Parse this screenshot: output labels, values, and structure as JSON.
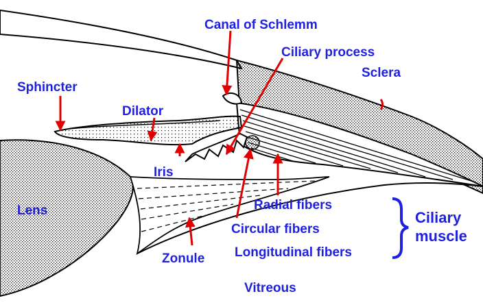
{
  "labels": {
    "canal_of_schlemm": "Canal of Schlemm",
    "ciliary_process": "Ciliary process",
    "sclera": "Sclera",
    "sphincter": "Sphincter",
    "dilator": "Dilator",
    "iris": "Iris",
    "lens": "Lens",
    "radial_fibers": "Radial fibers",
    "circular_fibers": "Circular fibers",
    "longitudinal_fibers": "Longitudinal fibers",
    "ciliary": "Ciliary",
    "muscle": "muscle",
    "zonule": "Zonule",
    "vitreous": "Vitreous"
  },
  "colors": {
    "label": "#1f1fe0",
    "arrow": "#e00000",
    "outline": "#000000"
  }
}
